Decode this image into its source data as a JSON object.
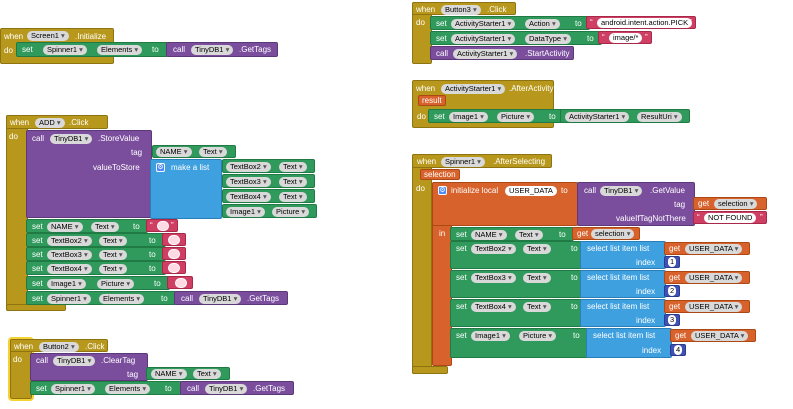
{
  "kw": {
    "when": "when",
    "do": "do",
    "set": "set",
    "to": "to",
    "call": "call",
    "get": "get",
    "in": "in",
    "tag": "tag",
    "valueToStore": "valueToStore",
    "make_a_list": "make a list",
    "index": "index",
    "valueIfTagNotThere": "valueIfTagNotThere",
    "initialize_local": "initialize local",
    "select_list_item_list": "select list item  list",
    "quote": "“",
    "quote_close": "”"
  },
  "screen1_init": {
    "component": "Screen1",
    "event": ".Initialize",
    "set_component": "Spinner1",
    "set_prop": "Elements",
    "call_component": "TinyDB1",
    "call_method": ".GetTags"
  },
  "add_click": {
    "component": "ADD",
    "event": ".Click",
    "call_component": "TinyDB1",
    "call_method": ".StoreValue",
    "tag_component": "NAME",
    "tag_prop": "Text",
    "list_items": [
      {
        "component": "TextBox2",
        "prop": "Text"
      },
      {
        "component": "TextBox3",
        "prop": "Text"
      },
      {
        "component": "TextBox4",
        "prop": "Text"
      },
      {
        "component": "Image1",
        "prop": "Picture"
      }
    ],
    "sets": [
      {
        "component": "NAME",
        "prop": "Text"
      },
      {
        "component": "TextBox2",
        "prop": "Text"
      },
      {
        "component": "TextBox3",
        "prop": "Text"
      },
      {
        "component": "TextBox4",
        "prop": "Text"
      },
      {
        "component": "Image1",
        "prop": "Picture"
      }
    ],
    "final_set": {
      "component": "Spinner1",
      "prop": "Elements",
      "call_component": "TinyDB1",
      "call_method": ".GetTags"
    }
  },
  "button2_click": {
    "component": "Button2",
    "event": ".Click",
    "call_component": "TinyDB1",
    "call_method": ".ClearTag",
    "tag_component": "NAME",
    "tag_prop": "Text",
    "set_component": "Spinner1",
    "set_prop": "Elements",
    "set_call_component": "TinyDB1",
    "set_call_method": ".GetTags"
  },
  "button3_click": {
    "component": "Button3",
    "event": ".Click",
    "sets": [
      {
        "component": "ActivityStarter1",
        "prop": "Action",
        "value": "android.intent.action.PICK"
      },
      {
        "component": "ActivityStarter1",
        "prop": "DataType",
        "value": "image/*"
      }
    ],
    "call_component": "ActivityStarter1",
    "call_method": ".StartActivity"
  },
  "after_activity": {
    "component": "ActivityStarter1",
    "event": ".AfterActivity",
    "param": "result",
    "set_component": "Image1",
    "set_prop": "Picture",
    "value_component": "ActivityStarter1",
    "value_prop": "ResultUri"
  },
  "after_selecting": {
    "component": "Spinner1",
    "event": ".AfterSelecting",
    "param": "selection",
    "local_var": "USER_DATA",
    "call_component": "TinyDB1",
    "call_method": ".GetValue",
    "tag_get": "selection",
    "not_found": "NOT FOUND",
    "rows": [
      {
        "component": "NAME",
        "prop": "Text",
        "get": "selection",
        "list_get": "",
        "index": ""
      },
      {
        "component": "TextBox2",
        "prop": "Text",
        "get": "",
        "list_get": "USER_DATA",
        "index": "1"
      },
      {
        "component": "TextBox3",
        "prop": "Text",
        "get": "",
        "list_get": "USER_DATA",
        "index": "2"
      },
      {
        "component": "TextBox4",
        "prop": "Text",
        "get": "",
        "list_get": "USER_DATA",
        "index": "3"
      },
      {
        "component": "Image1",
        "prop": "Picture",
        "get": "",
        "list_get": "USER_DATA",
        "index": "4"
      }
    ]
  },
  "colors": {
    "event": "#b7981c",
    "procedure": "#7a4e9c",
    "setter": "#2f9a5c",
    "list": "#3fa0df",
    "variable": "#d8622c",
    "text": "#cf3f63",
    "math": "#3f51b5"
  }
}
